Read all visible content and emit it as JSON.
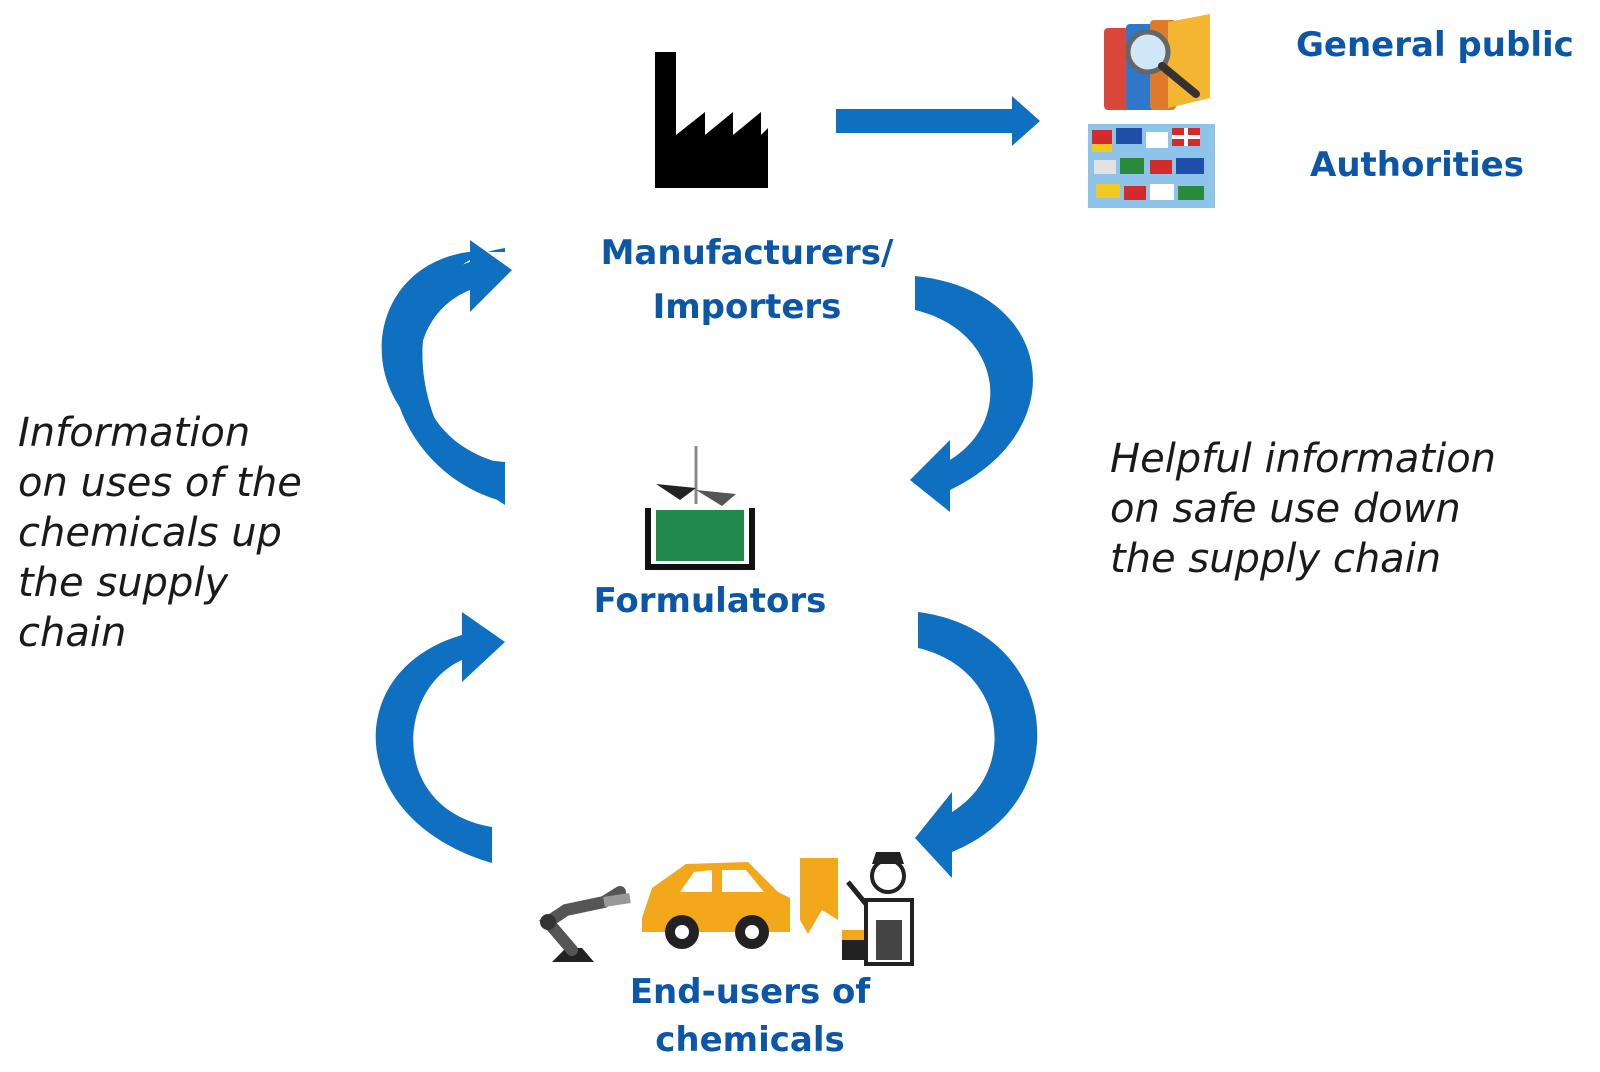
{
  "nodes": {
    "manufacturers_line1": "Manufacturers/",
    "manufacturers_line2": "Importers",
    "formulators": "Formulators",
    "end_users_line1": "End-users of",
    "end_users_line2": "chemicals",
    "general_public": "General public",
    "authorities": "Authorities"
  },
  "notes": {
    "left": [
      "Information",
      "on uses of the",
      "chemicals up",
      "the supply",
      "chain"
    ],
    "right": [
      "Helpful information",
      "on safe use down",
      "the supply chain"
    ]
  },
  "icons": {
    "factory": "factory-icon",
    "mixer": "mixing-tank-icon",
    "end_users": "end-users-illustration",
    "folders": "folders-magnifier-icon",
    "flags": "eu-flags-icon"
  },
  "colors": {
    "label_blue": "#0b56a6",
    "arrow_blue": "#0f6fc0",
    "note_text": "#1a1a1a",
    "tank_green": "#1f8a4c",
    "car_orange": "#f3a81b"
  }
}
